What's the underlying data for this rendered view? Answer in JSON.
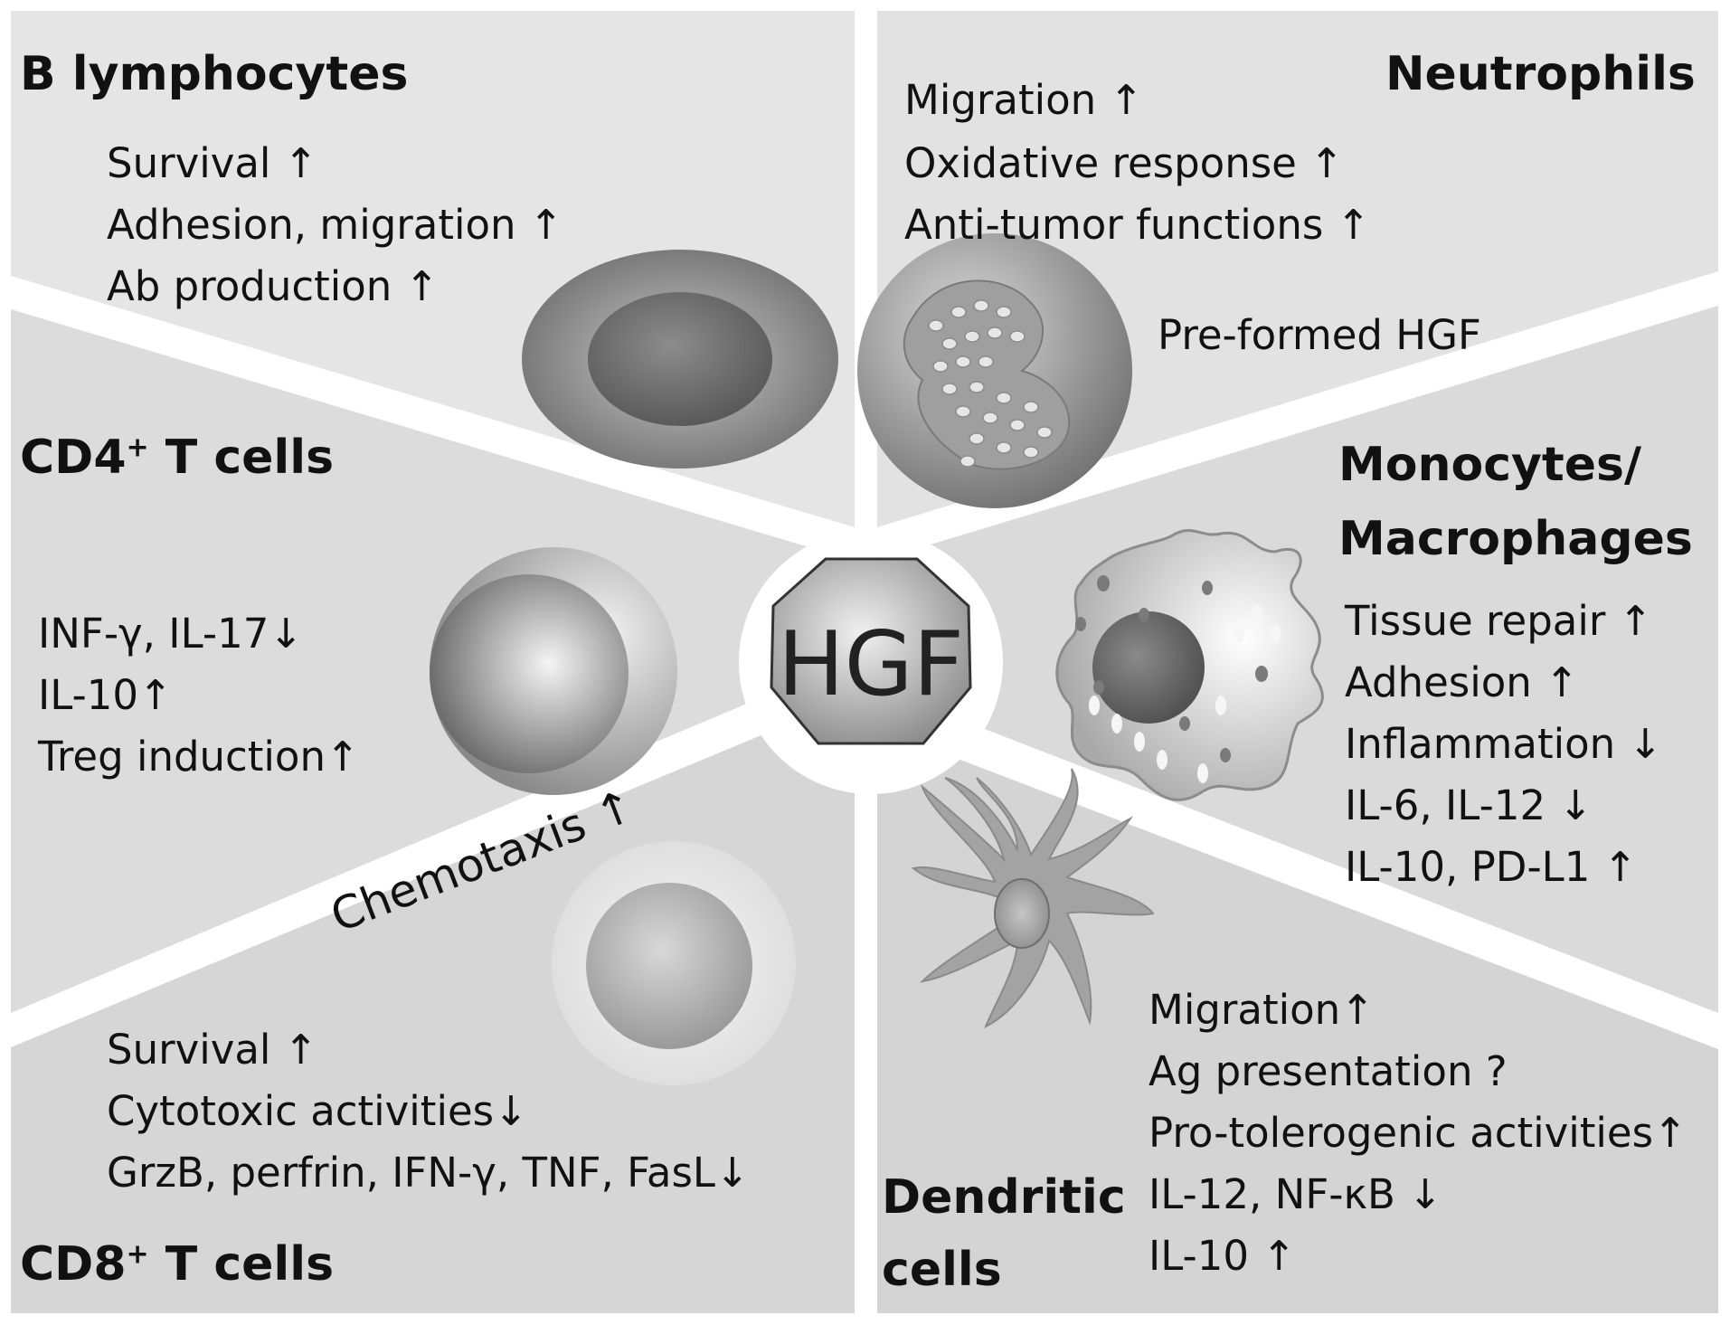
{
  "center": {
    "label": "HGF"
  },
  "chemotaxis": {
    "label": "Chemotaxis ↑"
  },
  "panels": {
    "b_lymphocytes": {
      "title": "B lymphocytes",
      "items": [
        "Survival ↑",
        "Adhesion, migration ↑",
        "Ab production ↑"
      ]
    },
    "neutrophils": {
      "title": "Neutrophils",
      "items": [
        "Migration ↑",
        "Oxidative response ↑",
        "Anti-tumor functions ↑"
      ],
      "note": "Pre-formed HGF"
    },
    "cd4": {
      "title_main": "CD4",
      "title_sup": "+",
      "title_rest": " T cells",
      "items": [
        "INF-γ, IL-17↓",
        "IL-10↑",
        "Treg induction↑"
      ]
    },
    "monocytes": {
      "title_line1": "Monocytes/",
      "title_line2": "Macrophages",
      "items": [
        "Tissue repair ↑",
        "Adhesion ↑",
        "Inflammation  ↓",
        "IL-6, IL-12 ↓",
        "IL-10, PD-L1 ↑"
      ]
    },
    "cd8": {
      "title_main": "CD8",
      "title_sup": "+",
      "title_rest": " T cells",
      "items": [
        "Survival ↑",
        "Cytotoxic activities↓",
        "GrzB, perfrin, IFN-γ, TNF, FasL↓"
      ]
    },
    "dendritic": {
      "title_line1": "Dendritic",
      "title_line2": "cells",
      "items": [
        "Migration↑",
        "Ag presentation ?",
        "Pro-tolerogenic activities↑",
        "IL-12, NF-κB ↓",
        "IL-10 ↑"
      ]
    }
  },
  "colors": {
    "panel_light": "#e6e6e6",
    "panel_mid": "#dcdcdc",
    "panel_dark": "#d2d2d2",
    "text": "#111111"
  }
}
